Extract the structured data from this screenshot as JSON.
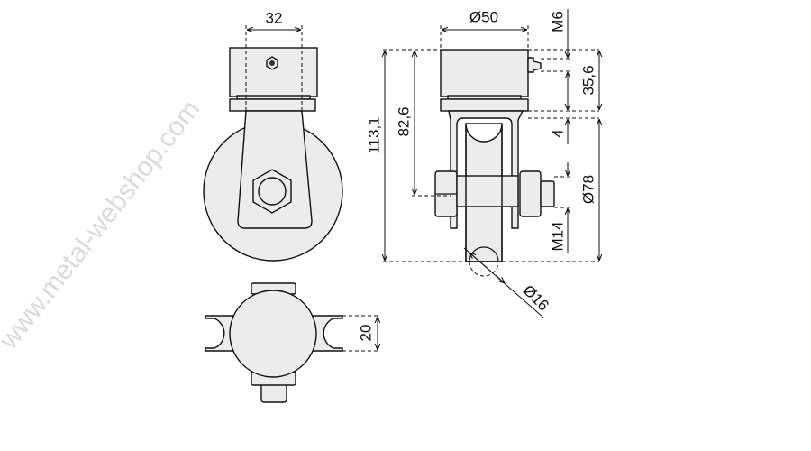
{
  "drawing": {
    "front_view": {
      "width_label": "32"
    },
    "side_view": {
      "diameter_top_label": "Ø50",
      "total_height_label": "113,1",
      "axle_height_label": "82,6",
      "grease_thread_label": "M6",
      "housing_height_label": "35,6",
      "gap_label": "4",
      "wheel_diameter_label": "Ø78",
      "axle_thread_label": "M14",
      "groove_diameter_label": "Ø16"
    },
    "bottom_view": {
      "wheel_width_label": "20"
    },
    "watermark": "www.metal-webshop.com"
  }
}
